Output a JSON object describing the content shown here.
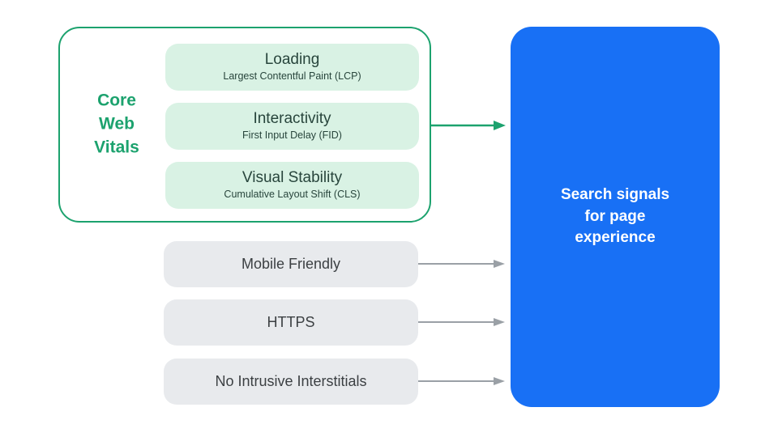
{
  "diagram": {
    "core_web_vitals": {
      "label": "Core\nWeb\nVitals",
      "items": [
        {
          "title": "Loading",
          "subtitle": "Largest Contentful Paint (LCP)"
        },
        {
          "title": "Interactivity",
          "subtitle": "First Input Delay (FID)"
        },
        {
          "title": "Visual Stability",
          "subtitle": "Cumulative Layout Shift (CLS)"
        }
      ]
    },
    "other_signals": [
      "Mobile Friendly",
      "HTTPS",
      "No Intrusive Interstitials"
    ],
    "result_box": {
      "label": "Search signals\nfor page\nexperience"
    },
    "colors": {
      "green": "#1CA26E",
      "mint": "#D9F2E4",
      "vital_text": "#28453C",
      "gray_box": "#E8EAED",
      "gray_text": "#3C4043",
      "arrow_gray": "#9AA0A6",
      "blue": "#1870F5",
      "white_text": "#FFFFFF"
    }
  }
}
